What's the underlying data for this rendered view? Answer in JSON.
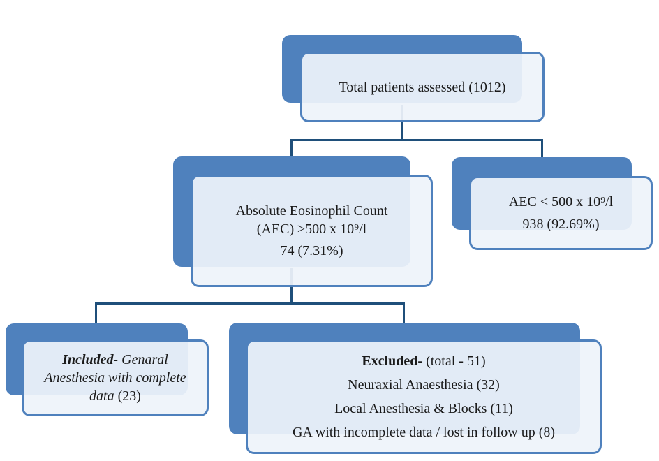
{
  "colors": {
    "box_fill_back": "#4f81bd",
    "box_border": "#4f81bd",
    "box_fill_front": "#eef3fa",
    "connector": "#1f4f7a"
  },
  "root": {
    "text": "Total patients assessed (1012)"
  },
  "aec_high": {
    "line1": "Absolute Eosinophil Count",
    "line2": "(AEC) ≥500 x 10⁹/l",
    "count": "74 (7.31%)"
  },
  "aec_low": {
    "line1": "AEC < 500 x 10⁹/l",
    "count": "938 (92.69%)"
  },
  "included": {
    "label": "Included-",
    "text_a": " Genaral",
    "text_b": "Anesthesia with complete",
    "text_c": "data",
    "count": " (23)"
  },
  "excluded": {
    "label": "Excluded-",
    "total": " (total - 51)",
    "items": [
      "Neuraxial Anaesthesia (32)",
      "Local Anesthesia & Blocks (11)",
      "GA with incomplete data / lost in follow up (8)"
    ]
  }
}
